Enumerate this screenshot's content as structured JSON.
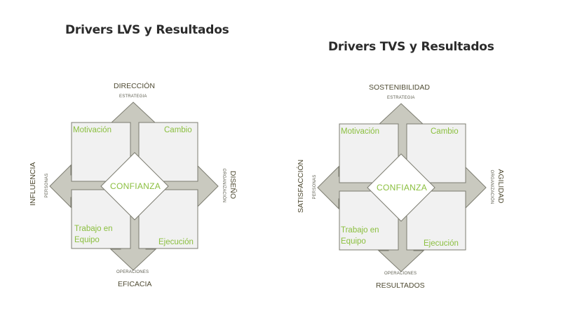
{
  "left": {
    "title": "Drivers LVS y Resultados",
    "top": {
      "main": "DIRECCIÓN",
      "sub": "ESTRATEGIA"
    },
    "bottom": {
      "main": "EFICACIA",
      "sub": "OPERACIONES"
    },
    "leftSide": {
      "main": "INFLUENCIA",
      "sub": "PERSONAS"
    },
    "rightSide": {
      "main": "DISEÑO",
      "sub": "ORGANIZACIÓN"
    },
    "q1": "Motivación",
    "q2": "Cambio",
    "q3a": "Trabajo en",
    "q3b": "Equipo",
    "q4": "Ejecución",
    "center": "CONFIANZA"
  },
  "right": {
    "title": "Drivers TVS y Resultados",
    "top": {
      "main": "SOSTENIBILIDAD",
      "sub": "ESTRATEGIA"
    },
    "bottom": {
      "main": "RESULTADOS",
      "sub": "OPERACIONES"
    },
    "leftSide": {
      "main": "SATISFACCIÓN",
      "sub": "PERSONAS"
    },
    "rightSide": {
      "main": "AGILIDAD",
      "sub": "ORGANIZACIÓN"
    },
    "q1": "Motivación",
    "q2": "Cambio",
    "q3a": "Trabajo en",
    "q3b": "Equipo",
    "q4": "Ejecución",
    "center": "CONFIANZA"
  },
  "colors": {
    "arrow": "#c9c9bf",
    "quadrant": "#f1f1f1",
    "stroke": "#7c7c70",
    "accent": "#8bbf3f",
    "label": "#4f4b33"
  }
}
